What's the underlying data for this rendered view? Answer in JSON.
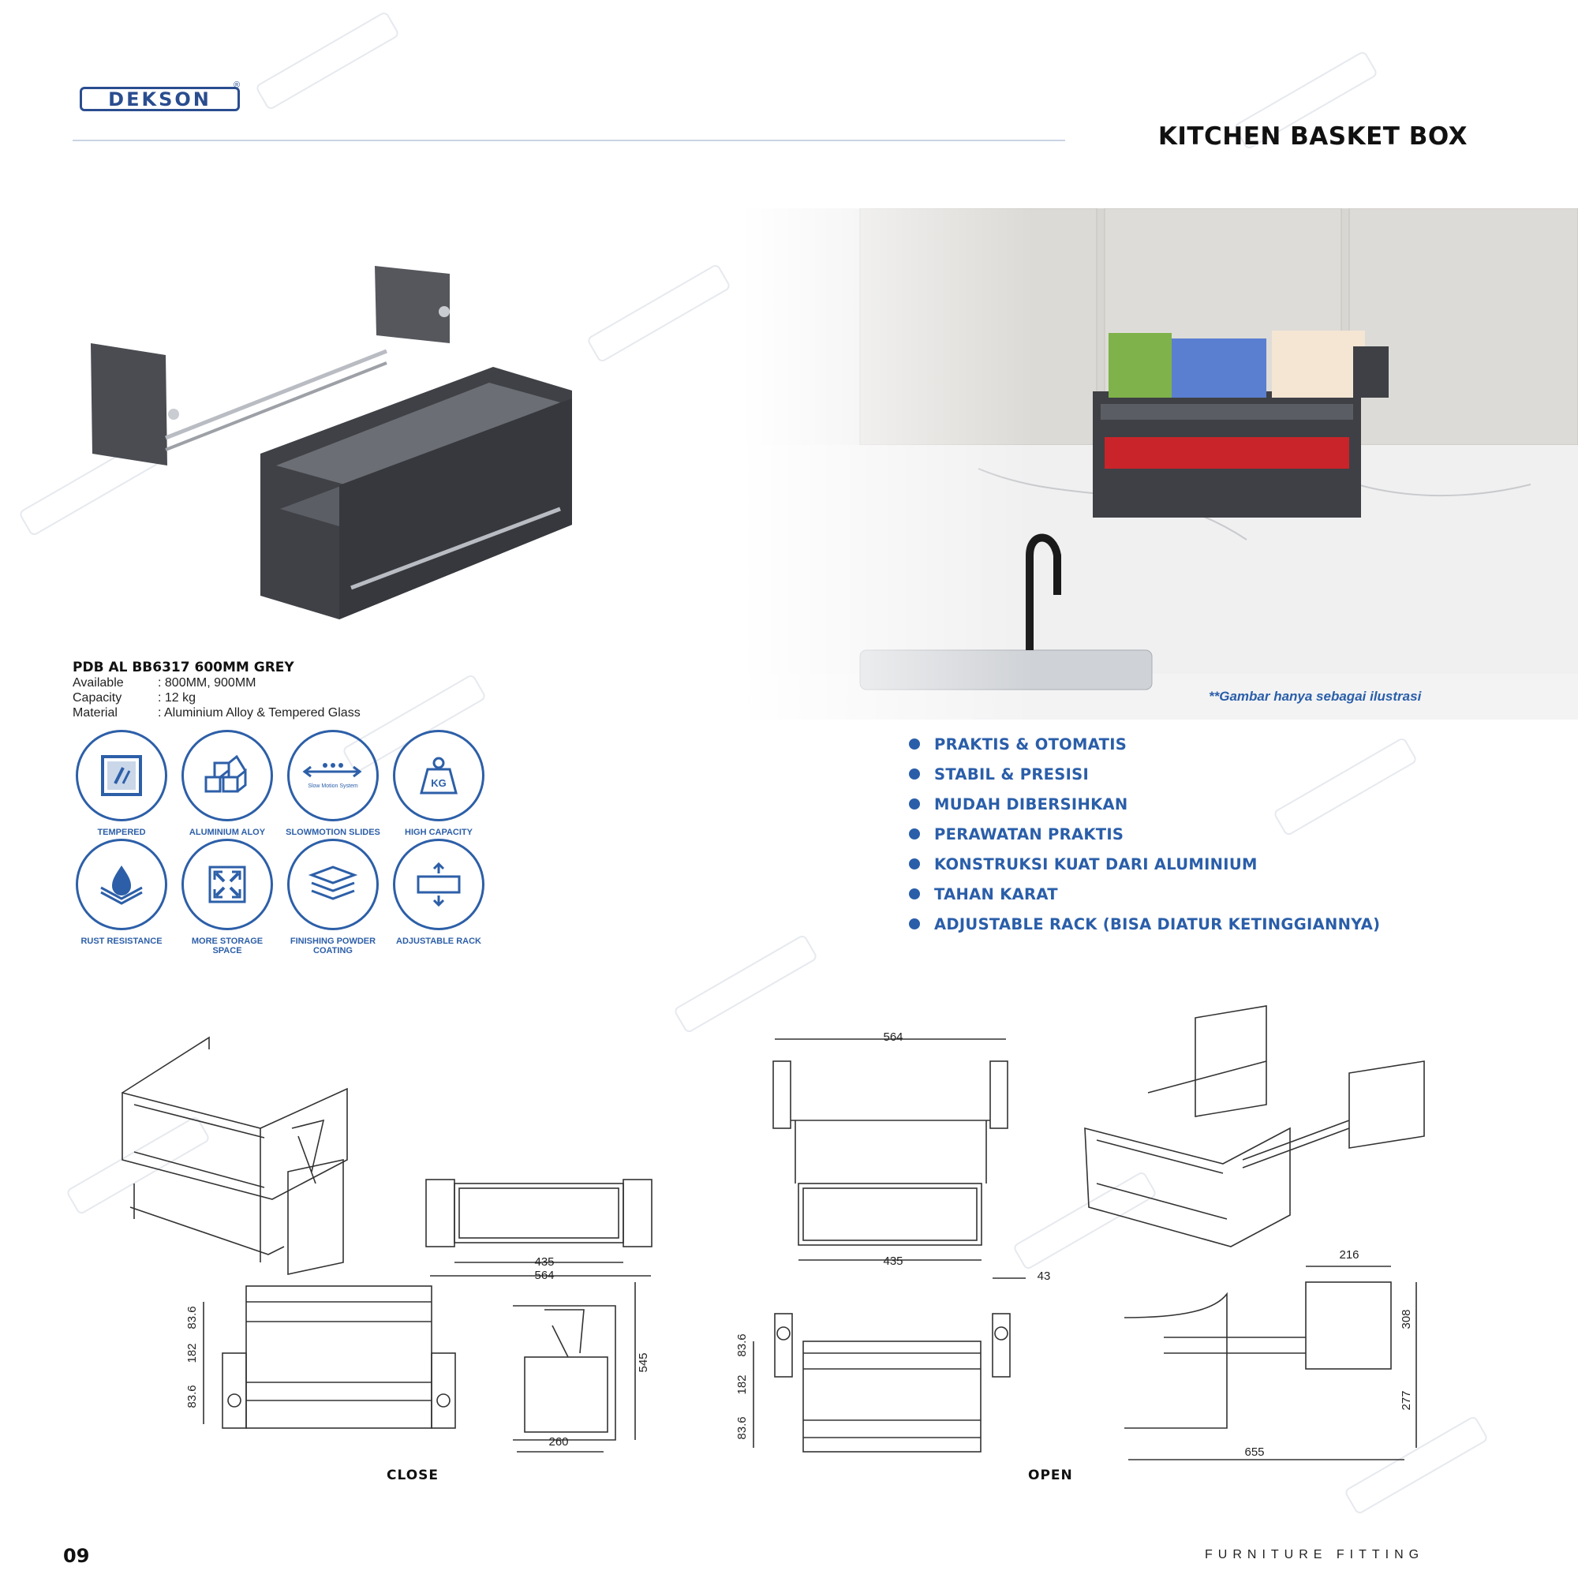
{
  "brand": {
    "logo_text": "DEKSON",
    "reg": "®"
  },
  "title": "KITCHEN BASKET BOX",
  "hero": {
    "note": "**Gambar hanya sebagai ilustrasi"
  },
  "product": {
    "name": "PDB AL BB6317 600MM GREY",
    "specs": [
      {
        "label": "Available",
        "value": ": 800MM, 900MM"
      },
      {
        "label": "Capacity",
        "value": ": 12 kg"
      },
      {
        "label": "Material",
        "value": ": Aluminium Alloy & Tempered Glass"
      }
    ]
  },
  "features": [
    {
      "icon": "tempered-glass-icon",
      "label": "TEMPERED"
    },
    {
      "icon": "aluminium-bars-icon",
      "label": "ALUMINIUM ALOY"
    },
    {
      "icon": "slow-motion-icon",
      "label": "SLOWMOTION SLIDES",
      "inner": "Slow Motion System"
    },
    {
      "icon": "weight-icon",
      "label": "HIGH CAPACITY",
      "inner": "KG"
    },
    {
      "icon": "rust-drop-icon",
      "label": "RUST RESISTANCE"
    },
    {
      "icon": "expand-arrows-icon",
      "label": "MORE STORAGE SPACE"
    },
    {
      "icon": "layers-icon",
      "label": "FINISHING POWDER COATING"
    },
    {
      "icon": "height-adjust-icon",
      "label": "ADJUSTABLE RACK"
    }
  ],
  "benefits": [
    "PRAKTIS & OTOMATIS",
    "STABIL & PRESISI",
    "MUDAH DIBERSIHKAN",
    "PERAWATAN PRAKTIS",
    "KONSTRUKSI KUAT DARI ALUMINIUM",
    "TAHAN KARAT",
    "ADJUSTABLE RACK (BISA DIATUR KETINGGIANNYA)"
  ],
  "drawings": {
    "close_label": "CLOSE",
    "open_label": "OPEN",
    "dims": {
      "close_inner_width": "435",
      "close_outer_width": "564",
      "close_gap_top": "83.6",
      "close_gap_mid": "182",
      "close_gap_bottom": "83.6",
      "close_height": "545",
      "close_depth": "260",
      "open_outer_width": "564",
      "open_inner_width": "435",
      "open_offset": "43",
      "open_gap_top": "83.6",
      "open_gap_mid": "182",
      "open_gap_bottom": "83.6",
      "open_side_width": "216",
      "open_side_height": "308",
      "open_lower_height": "277",
      "open_depth": "655"
    }
  },
  "footer": {
    "page_number": "09",
    "category": "FURNITURE FITTING"
  },
  "colors": {
    "brand_blue": "#2a5ea9",
    "product_grey": "#4a4c52"
  }
}
